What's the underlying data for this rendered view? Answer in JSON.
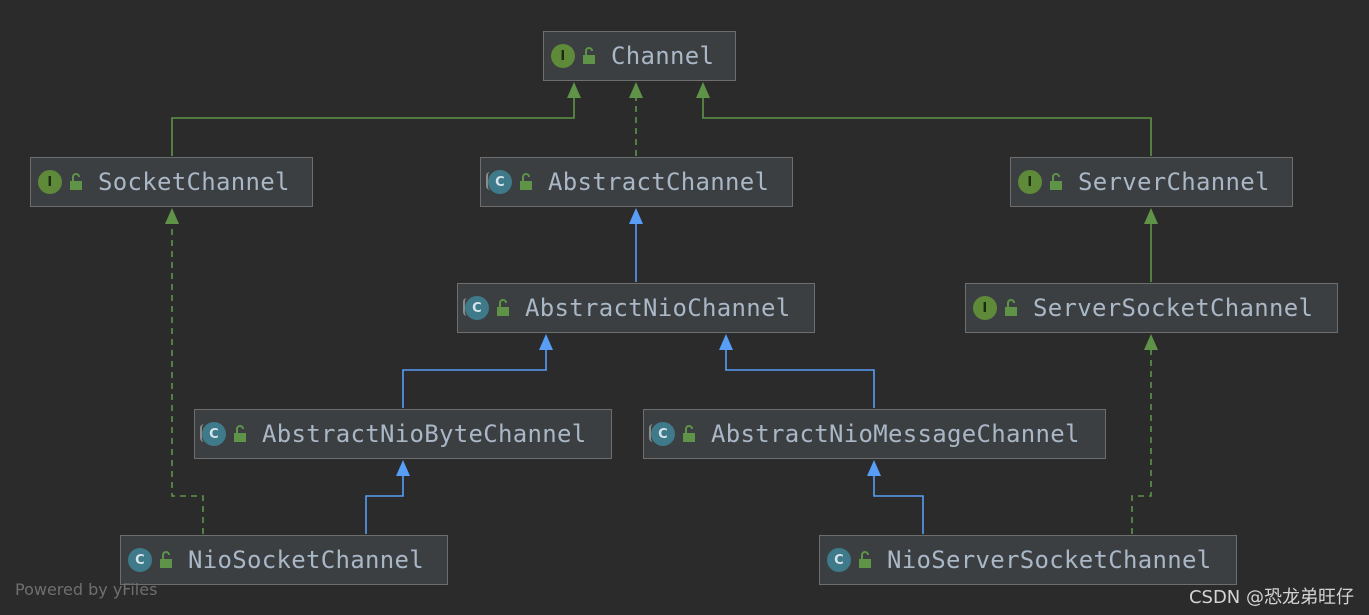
{
  "nodes": [
    {
      "id": "channel",
      "label": "Channel",
      "kind": "interface",
      "kind_letter": "I"
    },
    {
      "id": "socket_channel",
      "label": "SocketChannel",
      "kind": "interface",
      "kind_letter": "I"
    },
    {
      "id": "abstract_channel",
      "label": "AbstractChannel",
      "kind": "abstract",
      "kind_letter": "C"
    },
    {
      "id": "server_channel",
      "label": "ServerChannel",
      "kind": "interface",
      "kind_letter": "I"
    },
    {
      "id": "abstract_nio_channel",
      "label": "AbstractNioChannel",
      "kind": "abstract",
      "kind_letter": "C"
    },
    {
      "id": "server_socket_channel",
      "label": "ServerSocketChannel",
      "kind": "interface",
      "kind_letter": "I"
    },
    {
      "id": "abstract_nio_byte_channel",
      "label": "AbstractNioByteChannel",
      "kind": "abstract",
      "kind_letter": "C"
    },
    {
      "id": "abstract_nio_message_channel",
      "label": "AbstractNioMessageChannel",
      "kind": "abstract",
      "kind_letter": "C"
    },
    {
      "id": "nio_socket_channel",
      "label": "NioSocketChannel",
      "kind": "class",
      "kind_letter": "C"
    },
    {
      "id": "nio_server_socket_channel",
      "label": "NioServerSocketChannel",
      "kind": "class",
      "kind_letter": "C"
    }
  ],
  "edges": [
    {
      "from": "socket_channel",
      "to": "channel",
      "type": "extends"
    },
    {
      "from": "abstract_channel",
      "to": "channel",
      "type": "implements"
    },
    {
      "from": "server_channel",
      "to": "channel",
      "type": "extends"
    },
    {
      "from": "abstract_nio_channel",
      "to": "abstract_channel",
      "type": "extends"
    },
    {
      "from": "server_socket_channel",
      "to": "server_channel",
      "type": "extends"
    },
    {
      "from": "abstract_nio_byte_channel",
      "to": "abstract_nio_channel",
      "type": "extends"
    },
    {
      "from": "abstract_nio_message_channel",
      "to": "abstract_nio_channel",
      "type": "extends"
    },
    {
      "from": "nio_socket_channel",
      "to": "abstract_nio_byte_channel",
      "type": "extends"
    },
    {
      "from": "nio_socket_channel",
      "to": "socket_channel",
      "type": "implements"
    },
    {
      "from": "nio_server_socket_channel",
      "to": "abstract_nio_message_channel",
      "type": "extends"
    },
    {
      "from": "nio_server_socket_channel",
      "to": "server_socket_channel",
      "type": "implements"
    }
  ],
  "colors": {
    "background": "#2b2b2b",
    "interface_edge": "#5f9448",
    "class_edge": "#589df6"
  },
  "footer": {
    "powered_by": "Powered by yFiles",
    "watermark": "CSDN @恐龙弟旺仔"
  }
}
